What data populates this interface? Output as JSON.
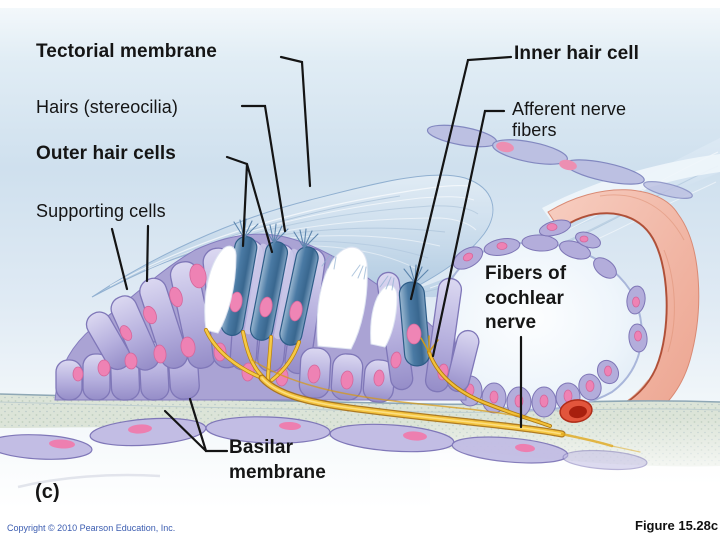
{
  "figure": {
    "panel_letter": "(c)",
    "copyright": "Copyright © 2010 Pearson Education, Inc.",
    "figure_number": "Figure 15.28c"
  },
  "labels": {
    "tectorial_membrane": "Tectorial membrane",
    "hairs_stereocilia": "Hairs (stereocilia)",
    "outer_hair_cells": "Outer hair cells",
    "supporting_cells": "Supporting cells",
    "inner_hair_cell": "Inner hair cell",
    "afferent_nerve_fibers": "Afferent nerve fibers",
    "fibers_of_cochlear_nerve": "Fibers of cochlear nerve",
    "basilar_membrane": "Basilar membrane"
  },
  "palette": {
    "background_blue": "#cfe0ee",
    "membrane_blue": "#bed4e7",
    "cell_lavender": "#b6b0de",
    "cell_outline": "#7f77b8",
    "hair_cell_teal": "#4a7aa4",
    "nucleus_pink": "#ee82b4",
    "nerve_yellow": "#f4c43e",
    "tissue_salmon": "#f2b6a8",
    "blood_red": "#c8331f",
    "basilar_gray_green": "#dce4d8",
    "label_color": "#151515",
    "copyright_blue": "#3b5cb0"
  }
}
